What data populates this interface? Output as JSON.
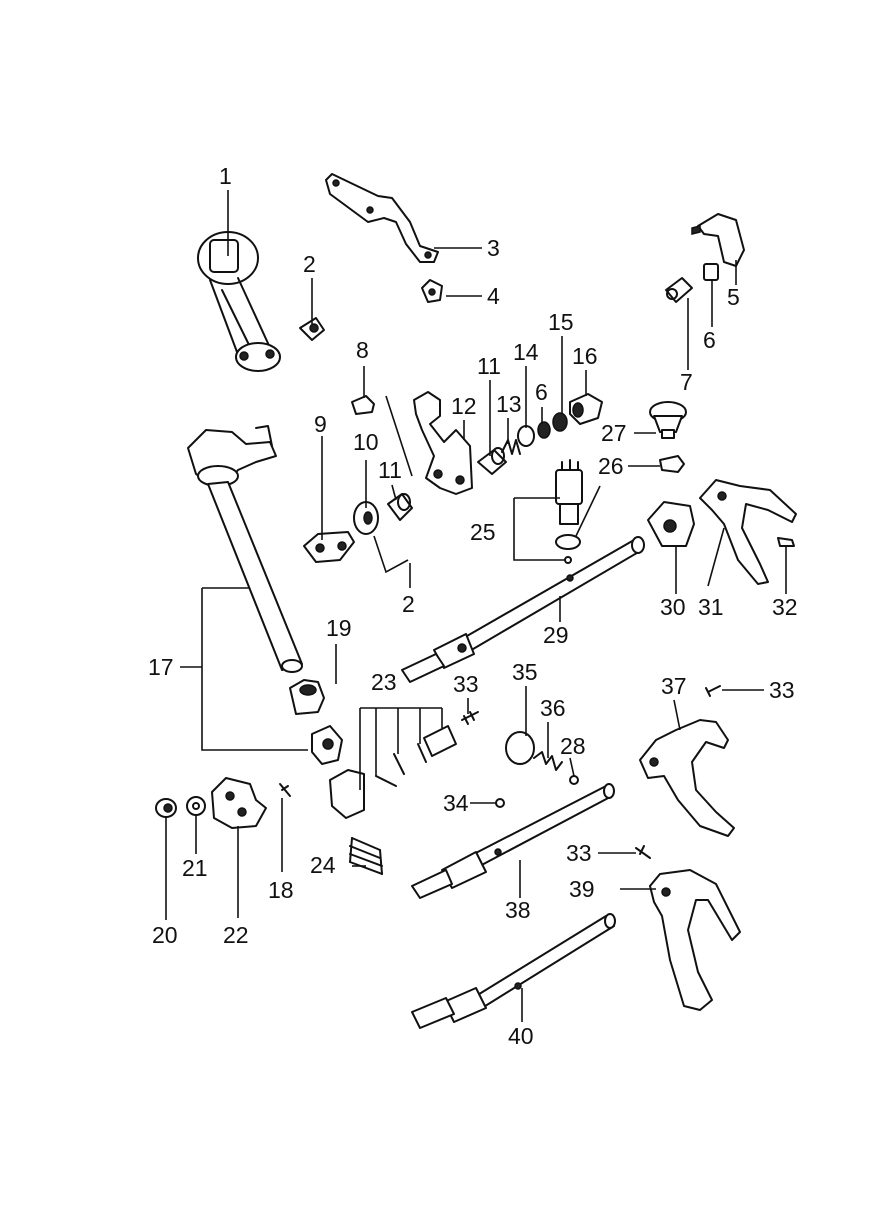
{
  "diagram": {
    "callouts": [
      "1",
      "2",
      "3",
      "4",
      "5",
      "6",
      "7",
      "8",
      "9",
      "10",
      "11",
      "12",
      "13",
      "14",
      "15",
      "16",
      "17",
      "18",
      "19",
      "20",
      "21",
      "22",
      "23",
      "24",
      "25",
      "26",
      "27",
      "28",
      "29",
      "30",
      "31",
      "32",
      "33",
      "34",
      "35",
      "36",
      "37",
      "38",
      "39",
      "40"
    ]
  }
}
